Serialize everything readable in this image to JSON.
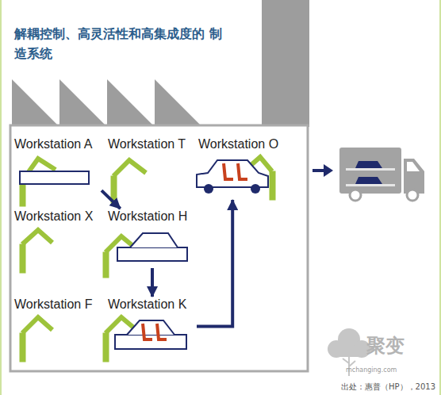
{
  "diagram": {
    "title": "解耦控制、高灵活性和高集成度的 制造系统",
    "nodes": [
      {
        "text": [
          "Workstation A"
        ]
      },
      {
        "text": [
          "Workstation T"
        ]
      },
      {
        "text": [
          "Workstation O"
        ]
      },
      {
        "text": [
          "Workstation X"
        ]
      },
      {
        "text": [
          "Workstation H"
        ]
      },
      {
        "text": [
          "Workstation F"
        ]
      },
      {
        "text": [
          "Workstation K"
        ]
      }
    ],
    "edges": [
      {
        "from": 0,
        "to": 4,
        "arrow": "to"
      },
      {
        "from": 4,
        "to": 6,
        "arrow": "to"
      },
      {
        "from": 6,
        "to": 2,
        "arrow": "to"
      }
    ],
    "labels": [
      "聚变",
      "mchanging.com",
      "出处：惠普（HP），2013"
    ]
  }
}
